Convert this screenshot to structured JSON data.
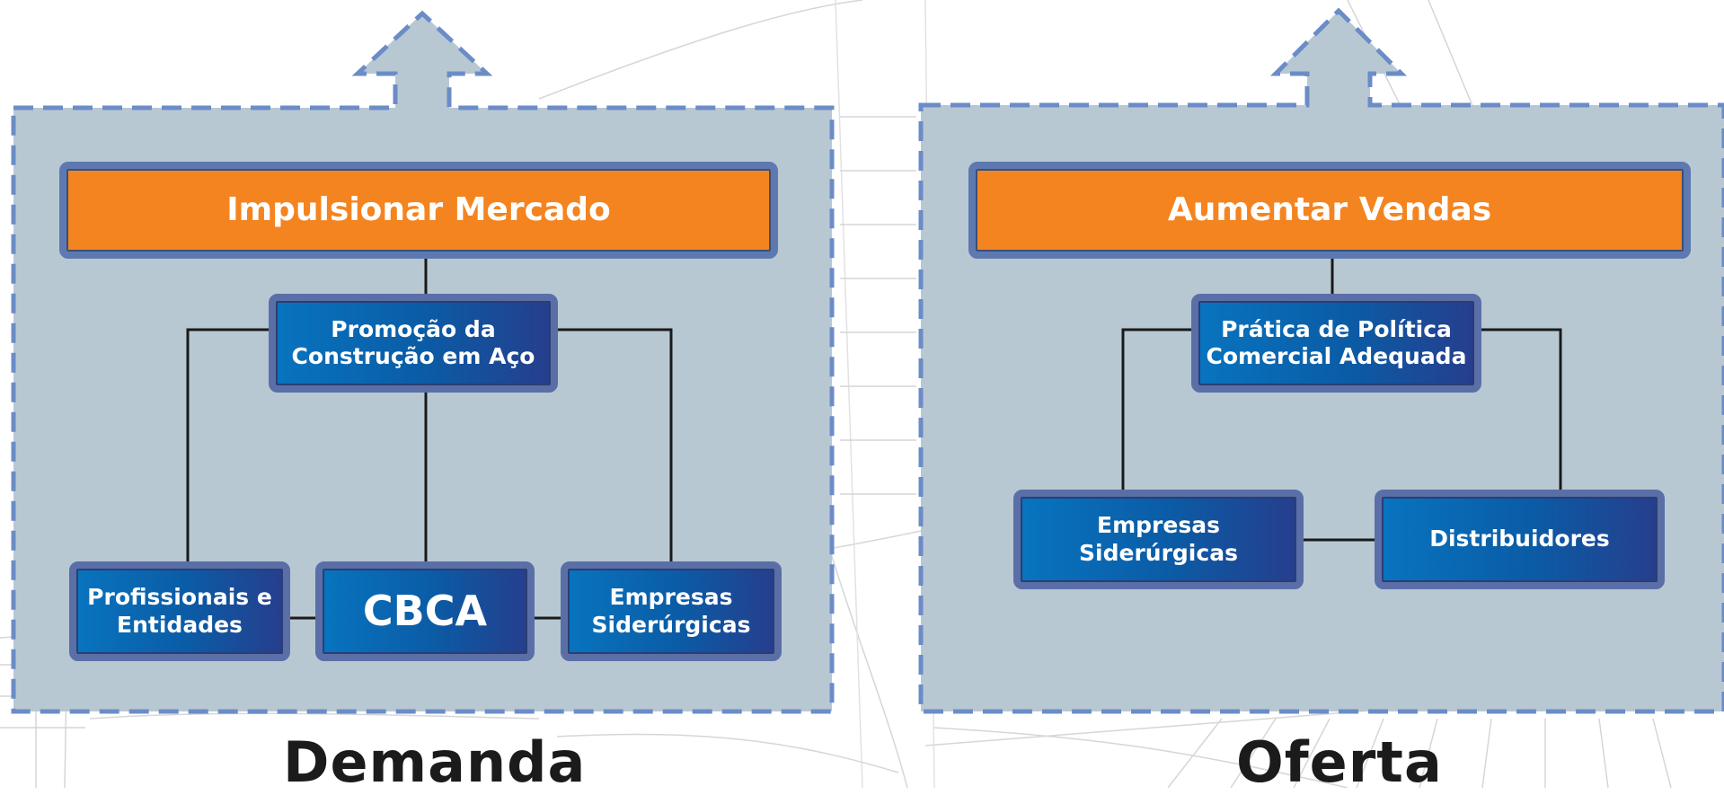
{
  "panels": {
    "demand": {
      "title": "Impulsionar Mercado",
      "hub": "Promoção da\nConstrução em Aço",
      "nodes": [
        "Profissionais e\nEntidades",
        "CBCA",
        "Empresas\nSiderúrgicas"
      ],
      "label": "Demanda"
    },
    "supply": {
      "title": "Aumentar Vendas",
      "hub": "Prática de Política\nComercial Adequada",
      "nodes": [
        "Empresas\nSiderúrgicas",
        "Distribuidores"
      ],
      "label": "Oferta"
    }
  },
  "colors": {
    "panel_fill": "#b8c8d3",
    "panel_border": "#6b8cc7",
    "orange": "#f4841f",
    "blue": "#0b5ba5",
    "connector": "#1a1a1a"
  }
}
